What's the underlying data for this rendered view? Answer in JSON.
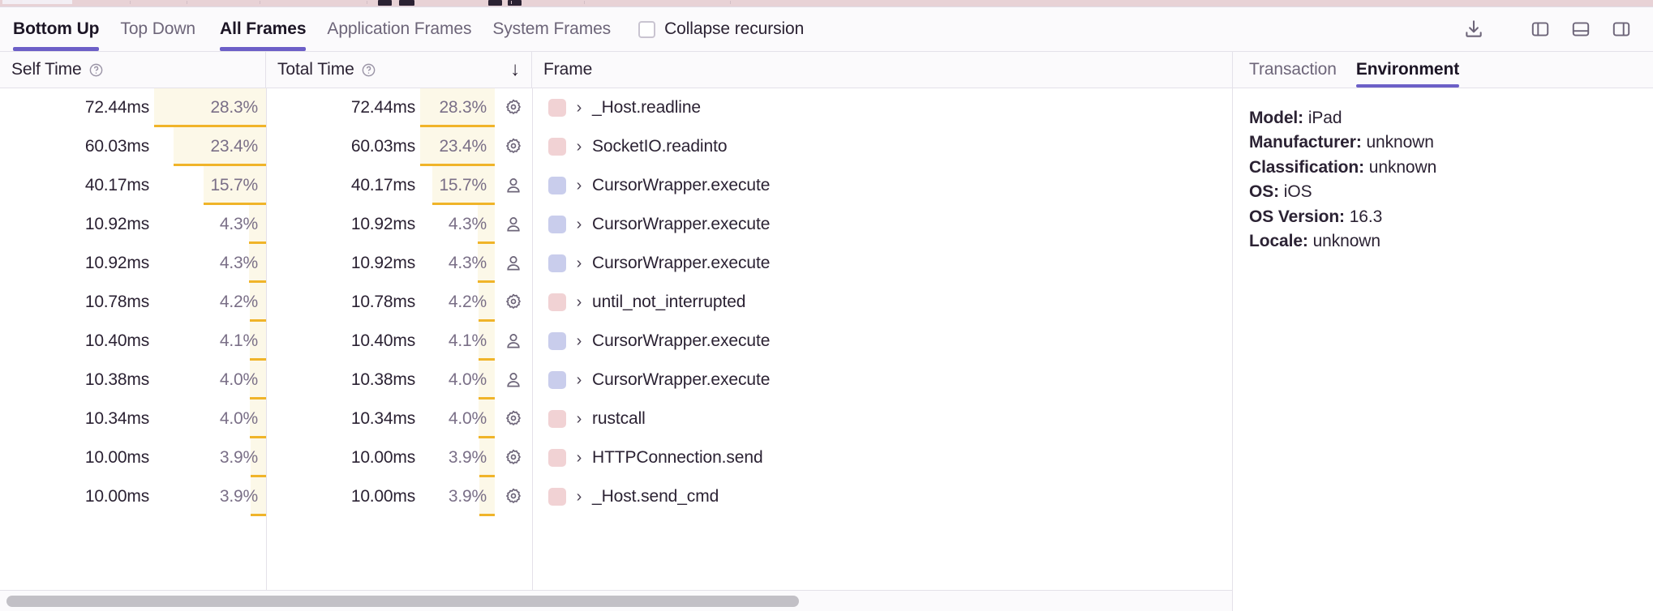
{
  "toolbar": {
    "tabs_order": [
      {
        "label": "Bottom Up",
        "active": true
      },
      {
        "label": "Top Down",
        "active": false
      },
      {
        "label": "All Frames",
        "active": true
      },
      {
        "label": "Application Frames",
        "active": false
      },
      {
        "label": "System Frames",
        "active": false
      }
    ],
    "view_tabs": [
      {
        "label": "Bottom Up",
        "active": true
      },
      {
        "label": "Top Down",
        "active": false
      }
    ],
    "frame_tabs": [
      {
        "label": "All Frames",
        "active": true
      },
      {
        "label": "Application Frames",
        "active": false
      },
      {
        "label": "System Frames",
        "active": false
      }
    ],
    "collapse_recursion": {
      "label": "Collapse recursion",
      "checked": false
    },
    "icons": [
      {
        "name": "download-icon"
      },
      {
        "name": "panel-left-icon"
      },
      {
        "name": "panel-bottom-icon"
      },
      {
        "name": "panel-right-icon"
      }
    ],
    "accent_color": "#6c5fc7"
  },
  "table": {
    "columns": [
      {
        "key": "self_time",
        "label": "Self Time",
        "has_help": true,
        "sorted": false
      },
      {
        "key": "total_time",
        "label": "Total Time",
        "has_help": true,
        "sorted": true,
        "sort_direction": "desc",
        "sort_glyph": "↓"
      },
      {
        "key": "frame",
        "label": "Frame",
        "has_help": false,
        "sorted": false
      }
    ],
    "rows": [
      {
        "self_time": "72.44ms",
        "self_pct": "28.3%",
        "self_pct_value": 28.3,
        "total_time": "72.44ms",
        "total_pct": "28.3%",
        "total_pct_value": 28.3,
        "kind": "system",
        "kind_icon": "gear-icon",
        "swatch_color": "#f1d2d4",
        "frame": "_Host.readline",
        "expander": "›"
      },
      {
        "self_time": "60.03ms",
        "self_pct": "23.4%",
        "self_pct_value": 23.4,
        "total_time": "60.03ms",
        "total_pct": "23.4%",
        "total_pct_value": 23.4,
        "kind": "system",
        "kind_icon": "gear-icon",
        "swatch_color": "#f1d2d4",
        "frame": "SocketIO.readinto",
        "expander": "›"
      },
      {
        "self_time": "40.17ms",
        "self_pct": "15.7%",
        "self_pct_value": 15.7,
        "total_time": "40.17ms",
        "total_pct": "15.7%",
        "total_pct_value": 15.7,
        "kind": "application",
        "kind_icon": "person-icon",
        "swatch_color": "#c9cdec",
        "frame": "CursorWrapper.execute",
        "expander": "›"
      },
      {
        "self_time": "10.92ms",
        "self_pct": "4.3%",
        "self_pct_value": 4.3,
        "total_time": "10.92ms",
        "total_pct": "4.3%",
        "total_pct_value": 4.3,
        "kind": "application",
        "kind_icon": "person-icon",
        "swatch_color": "#c9cdec",
        "frame": "CursorWrapper.execute",
        "expander": "›"
      },
      {
        "self_time": "10.92ms",
        "self_pct": "4.3%",
        "self_pct_value": 4.3,
        "total_time": "10.92ms",
        "total_pct": "4.3%",
        "total_pct_value": 4.3,
        "kind": "application",
        "kind_icon": "person-icon",
        "swatch_color": "#c9cdec",
        "frame": "CursorWrapper.execute",
        "expander": "›"
      },
      {
        "self_time": "10.78ms",
        "self_pct": "4.2%",
        "self_pct_value": 4.2,
        "total_time": "10.78ms",
        "total_pct": "4.2%",
        "total_pct_value": 4.2,
        "kind": "system",
        "kind_icon": "gear-icon",
        "swatch_color": "#f1d2d4",
        "frame": "until_not_interrupted",
        "expander": "›"
      },
      {
        "self_time": "10.40ms",
        "self_pct": "4.1%",
        "self_pct_value": 4.1,
        "total_time": "10.40ms",
        "total_pct": "4.1%",
        "total_pct_value": 4.1,
        "kind": "application",
        "kind_icon": "person-icon",
        "swatch_color": "#c9cdec",
        "frame": "CursorWrapper.execute",
        "expander": "›"
      },
      {
        "self_time": "10.38ms",
        "self_pct": "4.0%",
        "self_pct_value": 4.0,
        "total_time": "10.38ms",
        "total_pct": "4.0%",
        "total_pct_value": 4.0,
        "kind": "application",
        "kind_icon": "person-icon",
        "swatch_color": "#c9cdec",
        "frame": "CursorWrapper.execute",
        "expander": "›"
      },
      {
        "self_time": "10.34ms",
        "self_pct": "4.0%",
        "self_pct_value": 4.0,
        "total_time": "10.34ms",
        "total_pct": "4.0%",
        "total_pct_value": 4.0,
        "kind": "system",
        "kind_icon": "gear-icon",
        "swatch_color": "#f1d2d4",
        "frame": "rustcall",
        "expander": "›"
      },
      {
        "self_time": "10.00ms",
        "self_pct": "3.9%",
        "self_pct_value": 3.9,
        "total_time": "10.00ms",
        "total_pct": "3.9%",
        "total_pct_value": 3.9,
        "kind": "system",
        "kind_icon": "gear-icon",
        "swatch_color": "#f1d2d4",
        "frame": "HTTPConnection.send",
        "expander": "›"
      },
      {
        "self_time": "10.00ms",
        "self_pct": "3.9%",
        "self_pct_value": 3.9,
        "total_time": "10.00ms",
        "total_pct": "3.9%",
        "total_pct_value": 3.9,
        "kind": "system",
        "kind_icon": "gear-icon",
        "swatch_color": "#f1d2d4",
        "frame": "_Host.send_cmd",
        "expander": "›"
      }
    ],
    "highlight_bg": "#fcf8e8",
    "highlight_bar": "#f0b429",
    "scrollbar": {
      "thumb_percent": 65
    }
  },
  "details": {
    "tabs": [
      {
        "label": "Transaction",
        "active": false
      },
      {
        "label": "Environment",
        "active": true
      }
    ],
    "environment": [
      {
        "key": "Model:",
        "value": "iPad"
      },
      {
        "key": "Manufacturer:",
        "value": "unknown"
      },
      {
        "key": "Classification:",
        "value": "unknown"
      },
      {
        "key": "OS:",
        "value": "iOS"
      },
      {
        "key": "OS Version:",
        "value": "16.3"
      },
      {
        "key": "Locale:",
        "value": "unknown"
      }
    ]
  }
}
